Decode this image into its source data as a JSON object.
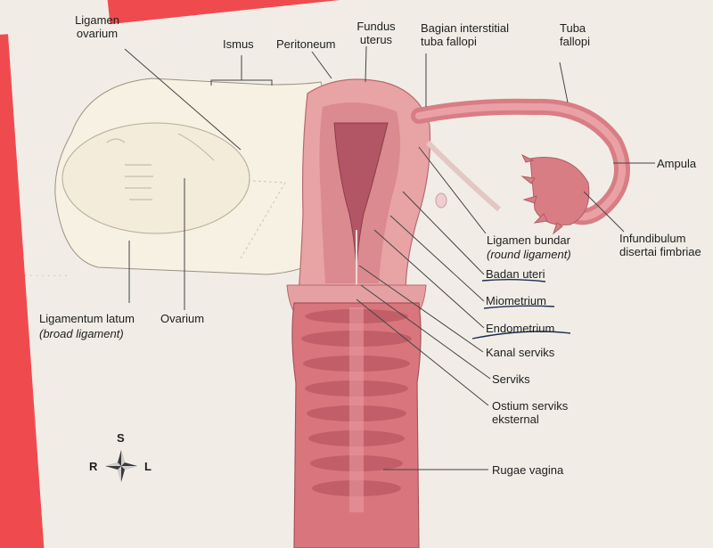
{
  "labels": {
    "ligamen_ovarium": "Ligamen ovarium",
    "ismus": "Ismus",
    "peritoneum": "Peritoneum",
    "fundus_uterus": "Fundus uterus",
    "bagian_interstitial": "Bagian interstitial tuba fallopi",
    "tuba_fallopi": "Tuba fallopi",
    "ampula": "Ampula",
    "infundibulum": "Infundibulum disertai fimbriae",
    "ligamen_bundar": "Ligamen bundar",
    "round_ligament": "(round ligament)",
    "badan_uteri": "Badan uteri",
    "miometrium": "Miometrium",
    "endometrium": "Endometrium",
    "kanal_serviks": "Kanal serviks",
    "serviks": "Serviks",
    "ostium_serviks": "Ostium serviks eksternal",
    "rugae_vagina": "Rugae vagina",
    "ligamentum_latum": "Ligamentum latum",
    "broad_ligament": "(broad ligament)",
    "ovarium": "Ovarium"
  },
  "compass": {
    "n": "S",
    "w": "R",
    "e": "L"
  },
  "colors": {
    "uterus_wall": "#e8a3a5",
    "uterus_dark": "#c9686f",
    "cavity": "#b25565",
    "vagina": "#d9767d",
    "rugae": "#c15e67",
    "ligament": "#f7f2e4",
    "accent_red": "#ef4b4f"
  }
}
